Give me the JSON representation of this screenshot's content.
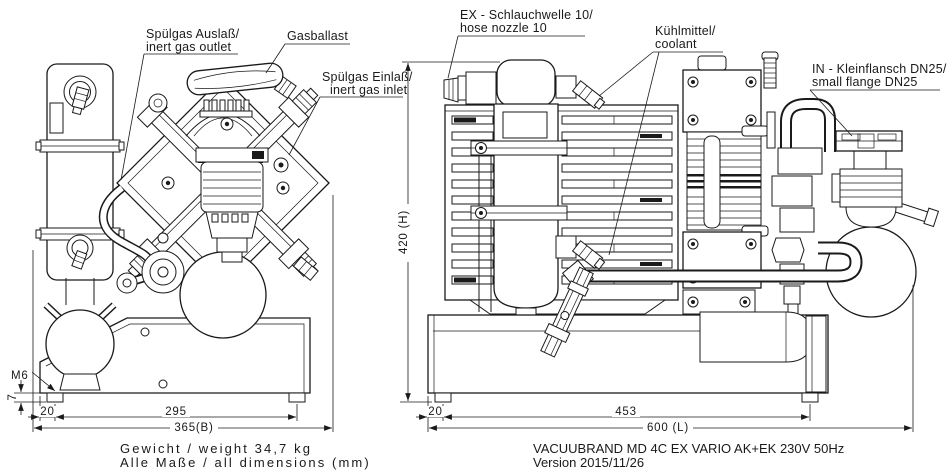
{
  "callouts": {
    "purge_outlet": {
      "line1": "Spülgas Auslaß/",
      "line2": "inert gas outlet"
    },
    "gas_ballast": {
      "label": "Gasballast"
    },
    "purge_inlet": {
      "line1": "Spülgas Einlaß/",
      "line2": "inert gas inlet"
    },
    "ex_hose": {
      "line1": "EX - Schlauchwelle 10/",
      "line2": "hose nozzle 10"
    },
    "coolant": {
      "line1": "Kühlmittel/",
      "line2": "coolant"
    },
    "inlet_flange": {
      "line1": "IN - Kleinflansch DN25/",
      "line2": "small flange DN25"
    }
  },
  "dimensions": {
    "height": "420 (H)",
    "front_offset": "20",
    "front_span": "295",
    "width": "365(B)",
    "side_offset": "20",
    "side_span": "453",
    "length": "600 (L)",
    "thread": "M6",
    "foot_height": "7"
  },
  "notes": {
    "weight": "Gewicht / weight 34,7 kg",
    "units": "Alle Maße / all dimensions (mm)",
    "model": "VACUUBRAND MD 4C EX VARIO AK+EK 230V 50Hz",
    "version": "Version 2015/11/26"
  },
  "colors": {
    "line": "#1a1a1a",
    "background": "#ffffff"
  }
}
